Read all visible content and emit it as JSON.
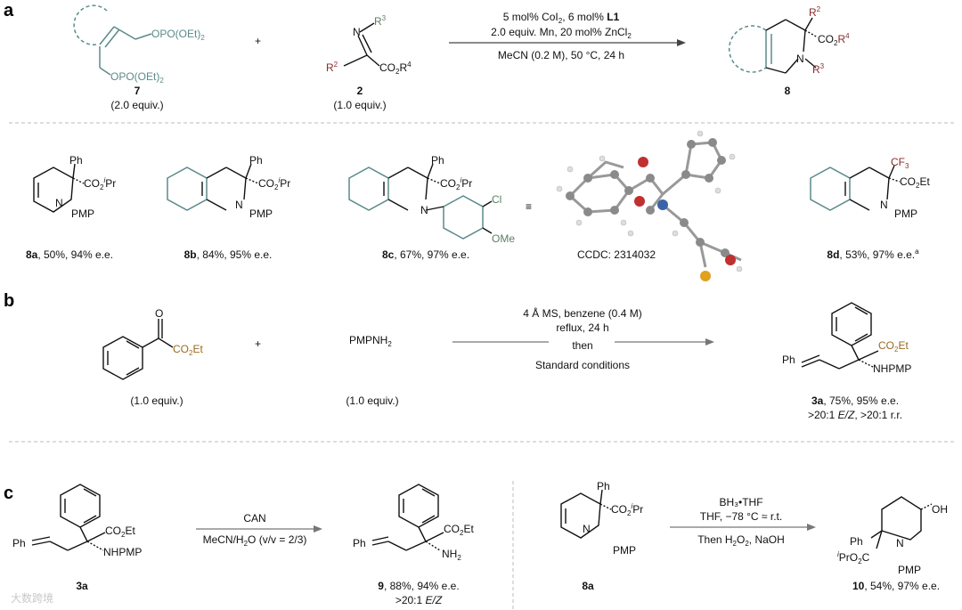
{
  "panels": {
    "a": "a",
    "b": "b",
    "c": "c"
  },
  "a": {
    "reagent1_sub1": "OPO(OEt)",
    "reagent1_sub1_idx": "2",
    "reagent1_sub2": "OPO(OEt)",
    "reagent1_sub2_idx": "2",
    "reagent1_id": "7",
    "reagent1_equiv": "(2.0 equiv.)",
    "plus": "+",
    "imine_N": "N",
    "imine_R3": "R",
    "imine_R3_sup": "3",
    "imine_R2": "R",
    "imine_R2_sup": "2",
    "imine_ester": "CO",
    "imine_ester_idx": "2",
    "imine_ester_R": "R",
    "imine_ester_sup": "4",
    "reagent2_id": "2",
    "reagent2_equiv": "(1.0 equiv.)",
    "cond1_pre": "5 mol% CoI",
    "cond1_idx": "2",
    "cond1_mid": ", 6 mol% ",
    "cond1_bold": "L1",
    "cond2_pre": "2.0 equiv. Mn, 20 mol% ZnCl",
    "cond2_idx": "2",
    "cond3": "MeCN (0.2 M), 50 °C, 24 h",
    "product_R2": "R",
    "product_R2_sup": "2",
    "product_ester": "CO",
    "product_ester_idx": "2",
    "product_ester_R": "R",
    "product_ester_sup": "4",
    "product_N": "N",
    "product_R3": "R",
    "product_R3_sup": "3",
    "product_id": "8"
  },
  "examples": [
    {
      "id": "8a",
      "text": ", 50%, 94% e.e.",
      "ph": "Ph",
      "ester": "CO",
      "ester_idx": "2",
      "ester_sup": "i",
      "ester_tail": "Pr",
      "n": "N",
      "nsub": "PMP"
    },
    {
      "id": "8b",
      "text": ", 84%, 95% e.e.",
      "ph": "Ph",
      "ester": "CO",
      "ester_idx": "2",
      "ester_sup": "i",
      "ester_tail": "Pr",
      "n": "N",
      "nsub": "PMP"
    },
    {
      "id": "8c",
      "text": ", 67%, 97% e.e.",
      "ph": "Ph",
      "ester": "CO",
      "ester_idx": "2",
      "ester_sup": "i",
      "ester_tail": "Pr",
      "n": "N",
      "cl": "Cl",
      "ome": "OMe"
    },
    {
      "id": "8d",
      "text": ", 53%, 97% e.e.",
      "sup": "a",
      "cf": "CF",
      "cf_idx": "3",
      "ester": "CO",
      "ester_idx": "2",
      "ester_tail": "Et",
      "n": "N",
      "nsub": "PMP"
    }
  ],
  "equiv_sign": "≡",
  "ccdc": "CCDC: 2314032",
  "b": {
    "ketoester": "CO",
    "ketoester_idx": "2",
    "ketoester_tail": "Et",
    "ketoester_O": "O",
    "equiv1": "(1.0 equiv.)",
    "plus": "+",
    "amine_pre": "PMPNH",
    "amine_idx": "2",
    "equiv2": "(1.0 equiv.)",
    "cond1": "4 Å MS, benzene (0.4 M)",
    "cond2": "reflux, 24 h",
    "cond3": "then",
    "cond4": "Standard conditions",
    "ph": "Ph",
    "ester": "CO",
    "ester_idx": "2",
    "ester_tail": "Et",
    "nh": "NHPMP",
    "product_id": "3a",
    "product_text": ",  75%, 95% e.e.",
    "product_line2_pre": ">20:1 ",
    "product_line2_em": "E/Z",
    "product_line2_post": ", >20:1 r.r."
  },
  "c": {
    "left_ph": "Ph",
    "left_ester": "CO",
    "left_ester_idx": "2",
    "left_ester_tail": "Et",
    "left_nh": "NHPMP",
    "left_id": "3a",
    "reagent": "CAN",
    "solvent_pre": "MeCN/H",
    "solvent_idx": "2",
    "solvent_post": "O (v/v = 2/3)",
    "p9_ph": "Ph",
    "p9_ester": "CO",
    "p9_ester_idx": "2",
    "p9_ester_tail": "Et",
    "p9_nh": "NH",
    "p9_nh_idx": "2",
    "p9_id": "9",
    "p9_text": ", 88%, 94% e.e.",
    "p9_line2_pre": ">20:1 ",
    "p9_line2_em": "E/Z",
    "sm_ph": "Ph",
    "sm_ester": "CO",
    "sm_ester_idx": "2",
    "sm_ester_sup": "i",
    "sm_ester_tail": "Pr",
    "sm_n": "N",
    "sm_nsub": "PMP",
    "sm_id": "8a",
    "cond1": "BH₃•THF",
    "cond2": "THF, −78 °C ≈ r.t.",
    "cond3_pre": "Then H",
    "cond3_idx": "2",
    "cond3_mid": "O",
    "cond3_idx2": "2",
    "cond3_post": ", NaOH",
    "p10_oh": "OH",
    "p10_ph": "Ph",
    "p10_n": "N",
    "p10_ester_sup": "i",
    "p10_ester": "PrO",
    "p10_ester_idx": "2",
    "p10_ester_tail": "C",
    "p10_nsub": "PMP",
    "p10_id": "10",
    "p10_text": ", 54%, 97% e.e."
  },
  "watermark": "大数跨境"
}
